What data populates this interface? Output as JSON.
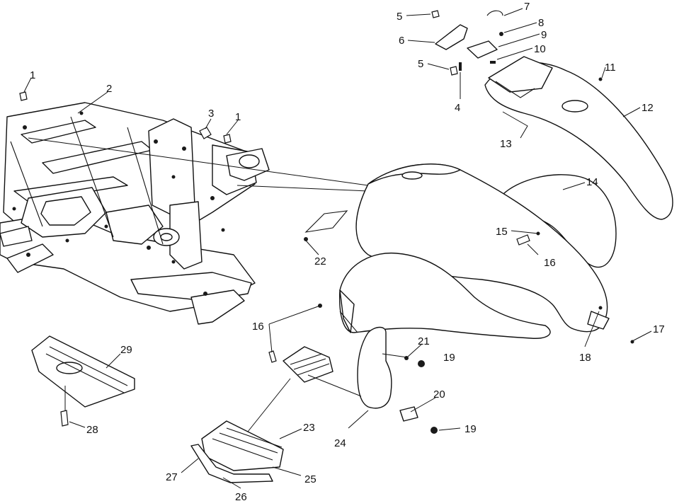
{
  "callouts": [
    {
      "id": "c1a",
      "text": "1"
    },
    {
      "id": "c1b",
      "text": "1"
    },
    {
      "id": "c2",
      "text": "2"
    },
    {
      "id": "c3",
      "text": "3"
    },
    {
      "id": "c4",
      "text": "4"
    },
    {
      "id": "c5a",
      "text": "5"
    },
    {
      "id": "c5b",
      "text": "5"
    },
    {
      "id": "c6",
      "text": "6"
    },
    {
      "id": "c7",
      "text": "7"
    },
    {
      "id": "c8",
      "text": "8"
    },
    {
      "id": "c9",
      "text": "9"
    },
    {
      "id": "c10",
      "text": "10"
    },
    {
      "id": "c11",
      "text": "11"
    },
    {
      "id": "c12",
      "text": "12"
    },
    {
      "id": "c13",
      "text": "13"
    },
    {
      "id": "c14",
      "text": "14"
    },
    {
      "id": "c15",
      "text": "15"
    },
    {
      "id": "c16a",
      "text": "16"
    },
    {
      "id": "c16b",
      "text": "16"
    },
    {
      "id": "c17",
      "text": "17"
    },
    {
      "id": "c18",
      "text": "18"
    },
    {
      "id": "c19a",
      "text": "19"
    },
    {
      "id": "c19b",
      "text": "19"
    },
    {
      "id": "c20",
      "text": "20"
    },
    {
      "id": "c21",
      "text": "21"
    },
    {
      "id": "c22",
      "text": "22"
    },
    {
      "id": "c23",
      "text": "23"
    },
    {
      "id": "c24",
      "text": "24"
    },
    {
      "id": "c25",
      "text": "25"
    },
    {
      "id": "c26",
      "text": "26"
    },
    {
      "id": "c27",
      "text": "27"
    },
    {
      "id": "c28",
      "text": "28"
    },
    {
      "id": "c29",
      "text": "29"
    }
  ]
}
